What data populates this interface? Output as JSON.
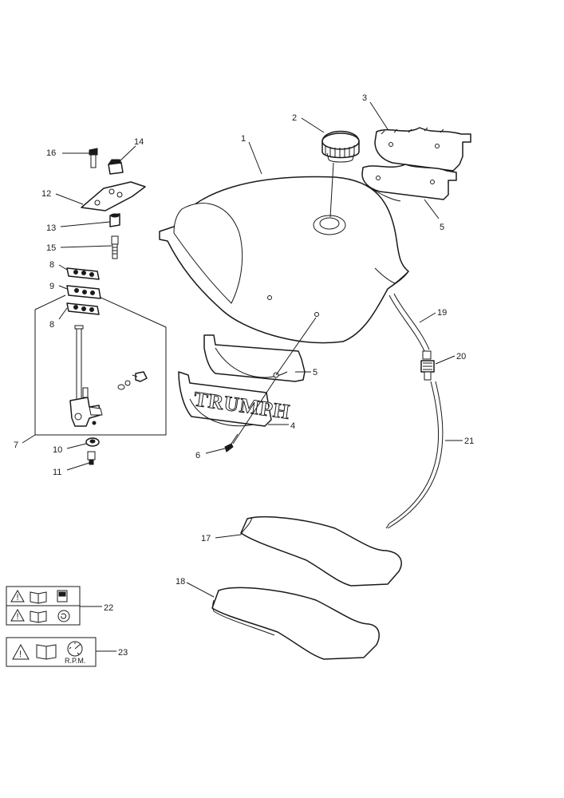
{
  "callouts": {
    "c1": "1",
    "c2": "2",
    "c3": "3",
    "c4": "4",
    "c5a": "5",
    "c5b": "5",
    "c6": "6",
    "c7": "7",
    "c8a": "8",
    "c8b": "8",
    "c9": "9",
    "c10": "10",
    "c11": "11",
    "c12": "12",
    "c13": "13",
    "c14": "14",
    "c15": "15",
    "c16": "16",
    "c17": "17",
    "c18": "18",
    "c19": "19",
    "c20": "20",
    "c21": "21",
    "c22": "22",
    "c23": "23"
  },
  "badge": {
    "logo_text": "TRUMPH",
    "rpm_text": "R.P.M."
  }
}
